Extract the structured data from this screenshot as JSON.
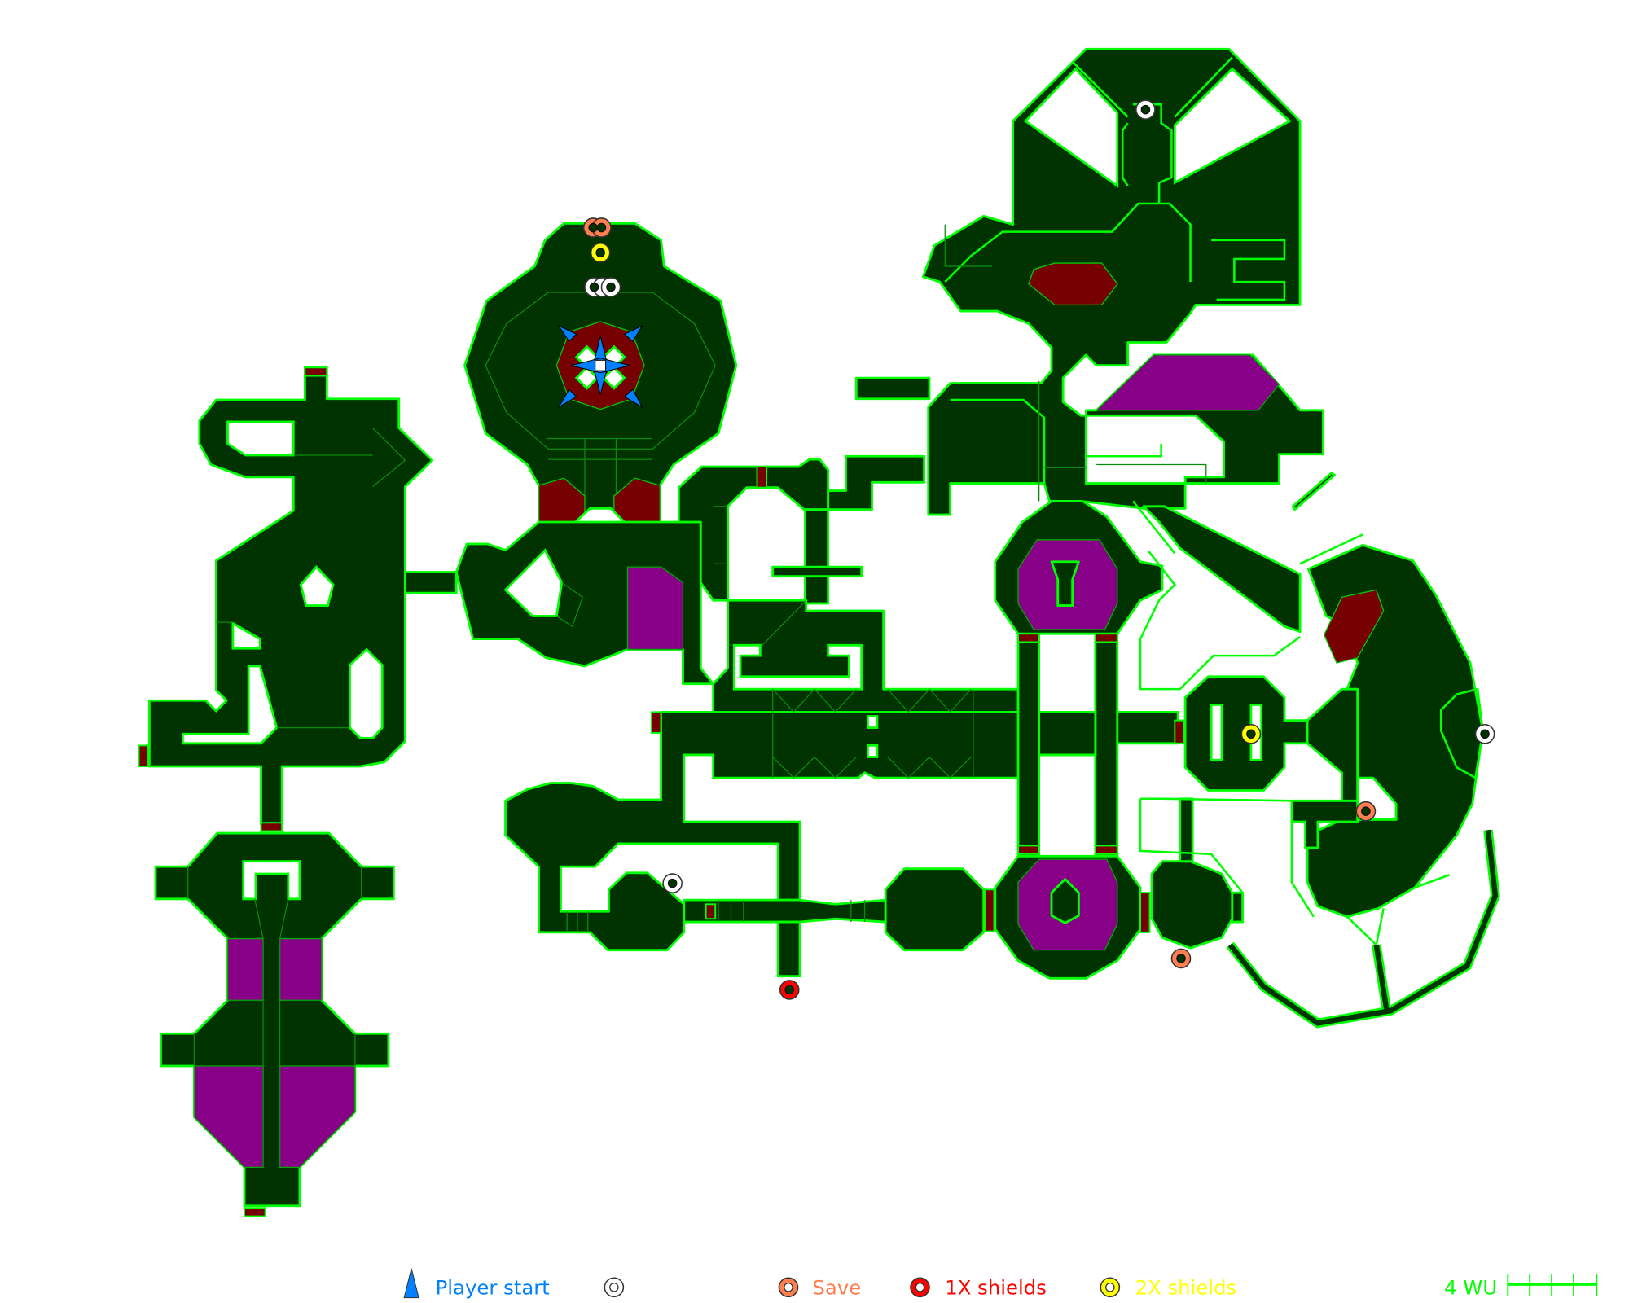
{
  "map": {
    "colors": {
      "floor": "#003300",
      "wall": "#00ff00",
      "liquid": "#880088",
      "platform": "#770000",
      "player_start": "#0080ff"
    }
  },
  "legend": {
    "player_start": {
      "label": "Player start",
      "color": "#0080ff"
    },
    "generic_item": {
      "label": "",
      "color": "#ffffff"
    },
    "save": {
      "label": "Save",
      "color": "#ff7f50"
    },
    "shields_1x": {
      "label": "1X shields",
      "color": "#ff0000"
    },
    "shields_2x": {
      "label": "2X shields",
      "color": "#ffff00"
    },
    "scale": {
      "label": "4 WU",
      "units": 4
    }
  }
}
